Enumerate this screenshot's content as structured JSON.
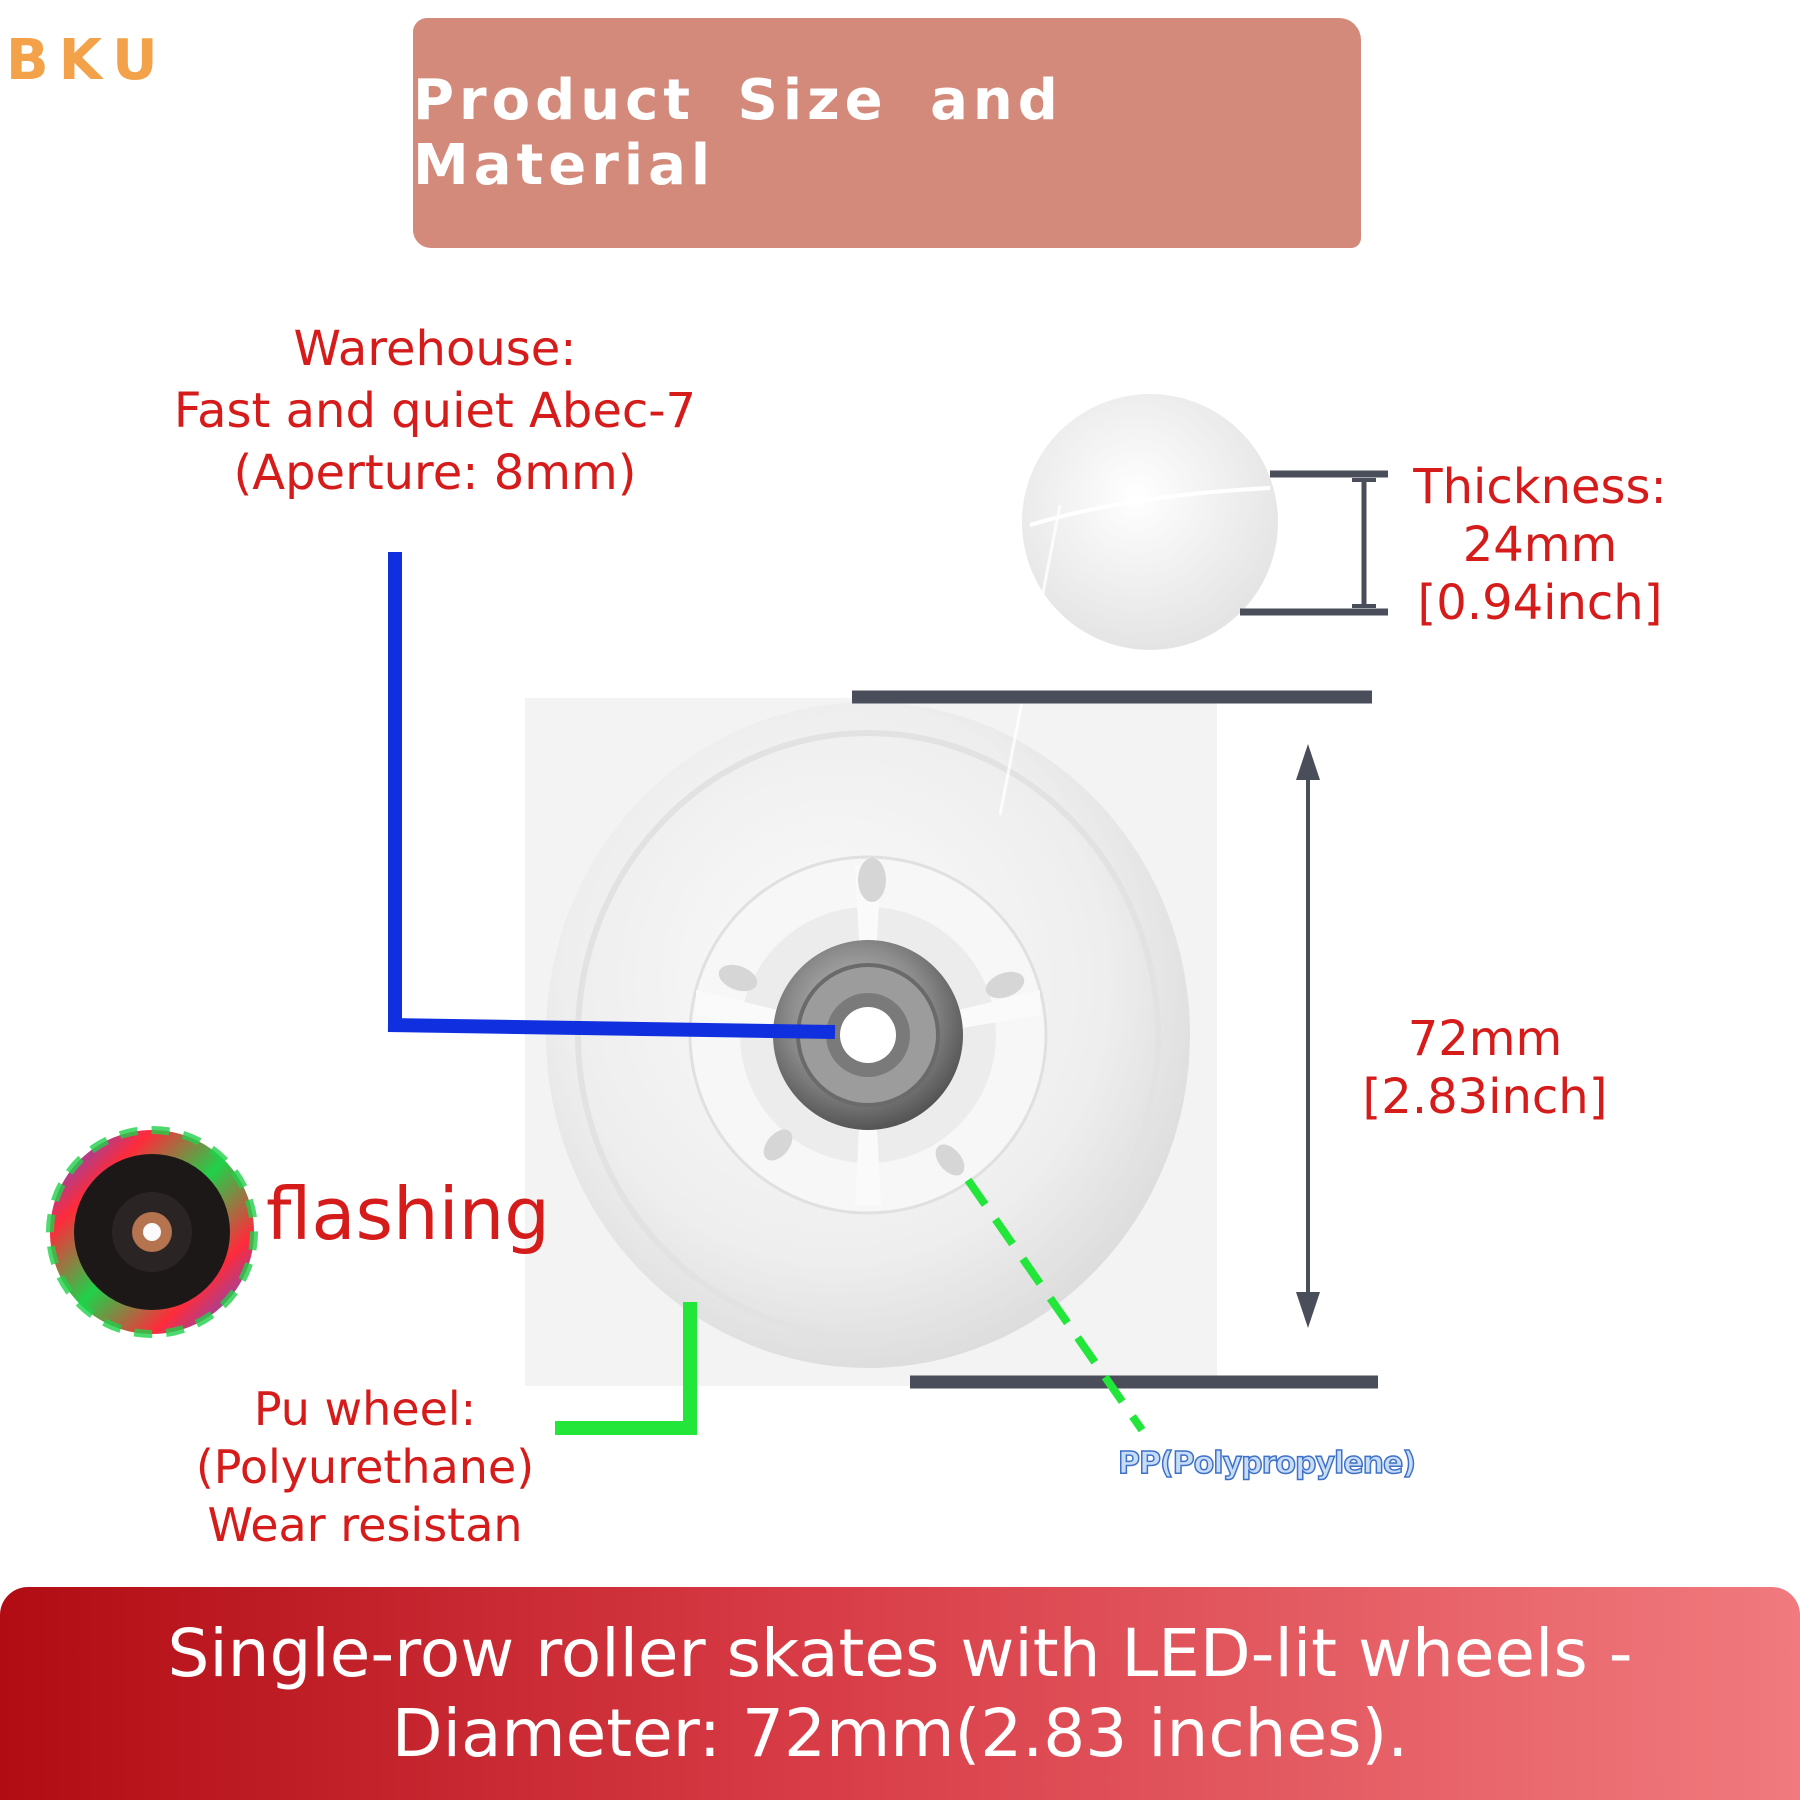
{
  "logo": {
    "letters": [
      "B",
      "K",
      "U"
    ],
    "colors": [
      "#f3a24a",
      "#f3a24a",
      "#f3a24a"
    ]
  },
  "header": {
    "title": "Product Size and Material",
    "bg_color": "#d48a7b"
  },
  "labels": {
    "bearing": [
      "Warehouse:",
      "Fast and quiet Abec-7",
      "(Aperture: 8mm)"
    ],
    "thickness": [
      "Thickness:",
      "24mm",
      "[0.94inch]"
    ],
    "diameter": [
      "72mm",
      "[2.83inch]"
    ],
    "flashing": "flashing",
    "pu_wheel": [
      "Pu wheel:",
      "(Polyurethane)",
      "Wear resistan"
    ],
    "pp": "PP(Polypropylene)"
  },
  "banner": {
    "line1": "Single-row roller skates with LED-lit wheels -",
    "line2": "Diameter: 72mm(2.83 inches)."
  },
  "colors": {
    "label_red": "#d61b1b",
    "bearing_pointer": "#1030e0",
    "pu_pointer": "#22e63a",
    "pp_pointer": "#22e63a",
    "dimension_lines": "#4a4d5a",
    "banner_start": "#b10c14",
    "banner_end": "#f07a7e"
  }
}
